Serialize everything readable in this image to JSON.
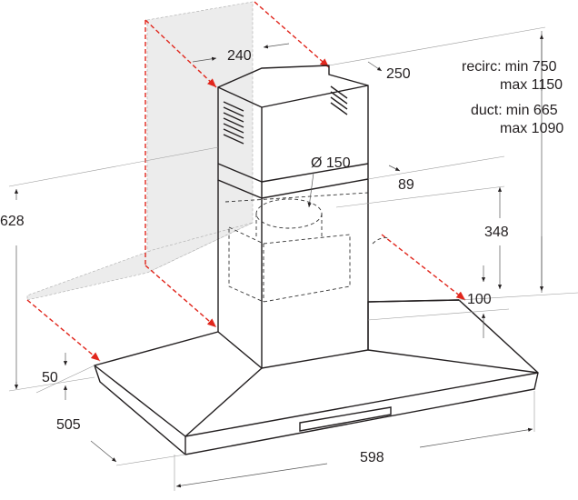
{
  "dimensions": {
    "chimney_width": "240",
    "chimney_depth": "250",
    "outlet_diameter": "Ø 150",
    "outlet_offset": "89",
    "outlet_height": "348",
    "side_offset": "100",
    "total_height": "628",
    "canopy_edge": "50",
    "canopy_depth": "505",
    "canopy_width": "598"
  },
  "specs": {
    "recirc": {
      "label": "recirc:",
      "min": "min 750",
      "max": "max 1150"
    },
    "duct": {
      "label": "duct:",
      "min": "min 665",
      "max": "max 1090"
    }
  }
}
